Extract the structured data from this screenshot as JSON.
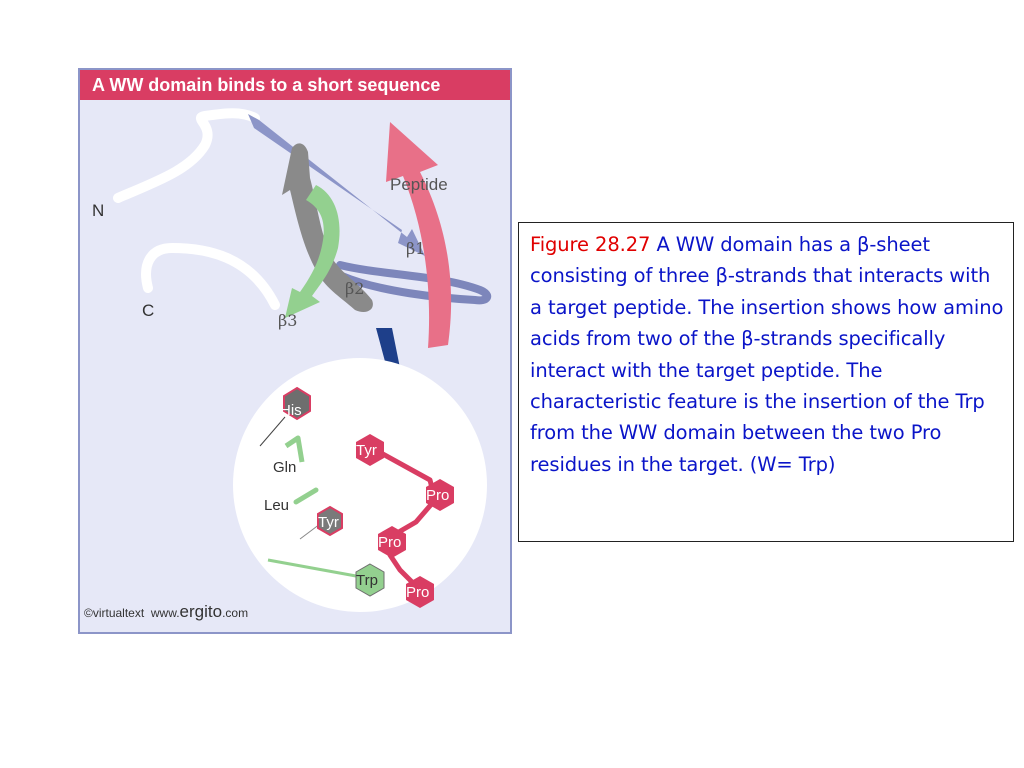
{
  "figure": {
    "title": "A WW domain binds to a short sequence",
    "labels": {
      "n_terminus": "N",
      "c_terminus": "C",
      "peptide": "Peptide",
      "beta1": "β1",
      "beta2": "β2",
      "beta3": "β3"
    },
    "residues": {
      "his": "His",
      "gln": "Gln",
      "leu": "Leu",
      "tyr_domain": "Tyr",
      "trp": "Trp",
      "tyr_peptide": "Tyr",
      "pro_1": "Pro",
      "pro_2": "Pro",
      "pro_3": "Pro"
    },
    "credit": {
      "copyright": "©virtualtext",
      "www": "www.",
      "brand": "ergito",
      "tld": ".com"
    },
    "colors": {
      "title_bar": "#d93d63",
      "background": "#e6e8f7",
      "strand_blue": "#8c95c8",
      "strand_green": "#93d08f",
      "strand_gray": "#8a8a8a",
      "peptide_pink": "#e87088",
      "arrow_navy": "#1e3f8a",
      "peptide_residue": "#d93d63"
    }
  },
  "caption": {
    "figure_number": "Figure 28.27",
    "text": " A WW domain has a β-sheet consisting of three β-strands that interacts with a target peptide. The insertion shows how amino acids from two of the β-strands specifically interact with the target peptide. The characteristic feature is the insertion of the Trp from the WW domain between the two Pro residues in the target. (W= Trp)"
  }
}
